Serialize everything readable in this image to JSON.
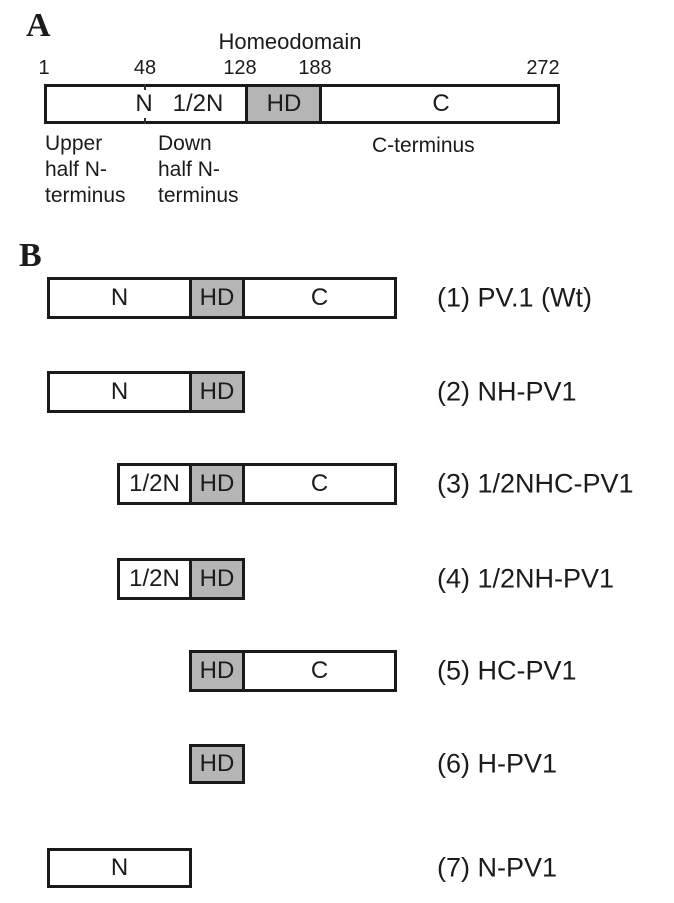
{
  "figure": {
    "colors": {
      "hd_fill": "#b5b5b5",
      "outline": "#1a1a1a",
      "background": "#ffffff"
    },
    "panelA": {
      "panel_letter": "A",
      "domain_title": "Homeodomain",
      "ticks": [
        "1",
        "48",
        "128",
        "188",
        "272"
      ],
      "bar_labels": {
        "n": "N",
        "half_n": "1/2N",
        "hd": "HD",
        "c": "C"
      },
      "annotations": {
        "upper": "Upper\nhalf N-\nterminus",
        "down": "Down\nhalf N-\nterminus",
        "c_term": "C-terminus"
      }
    },
    "panelB": {
      "panel_letter": "B",
      "segment_labels": {
        "n": "N",
        "half_n": "1/2N",
        "hd": "HD",
        "c": "C"
      },
      "constructs": [
        {
          "label": "(1) PV.1 (Wt)",
          "segments": [
            "N",
            "HD",
            "C"
          ]
        },
        {
          "label": "(2) NH-PV1",
          "segments": [
            "N",
            "HD"
          ]
        },
        {
          "label": "(3) 1/2NHC-PV1",
          "segments": [
            "1/2N",
            "HD",
            "C"
          ]
        },
        {
          "label": "(4) 1/2NH-PV1",
          "segments": [
            "1/2N",
            "HD"
          ]
        },
        {
          "label": "(5) HC-PV1",
          "segments": [
            "HD",
            "C"
          ]
        },
        {
          "label": "(6) H-PV1",
          "segments": [
            "HD"
          ]
        },
        {
          "label": "(7) N-PV1",
          "segments": [
            "N"
          ]
        }
      ]
    }
  }
}
